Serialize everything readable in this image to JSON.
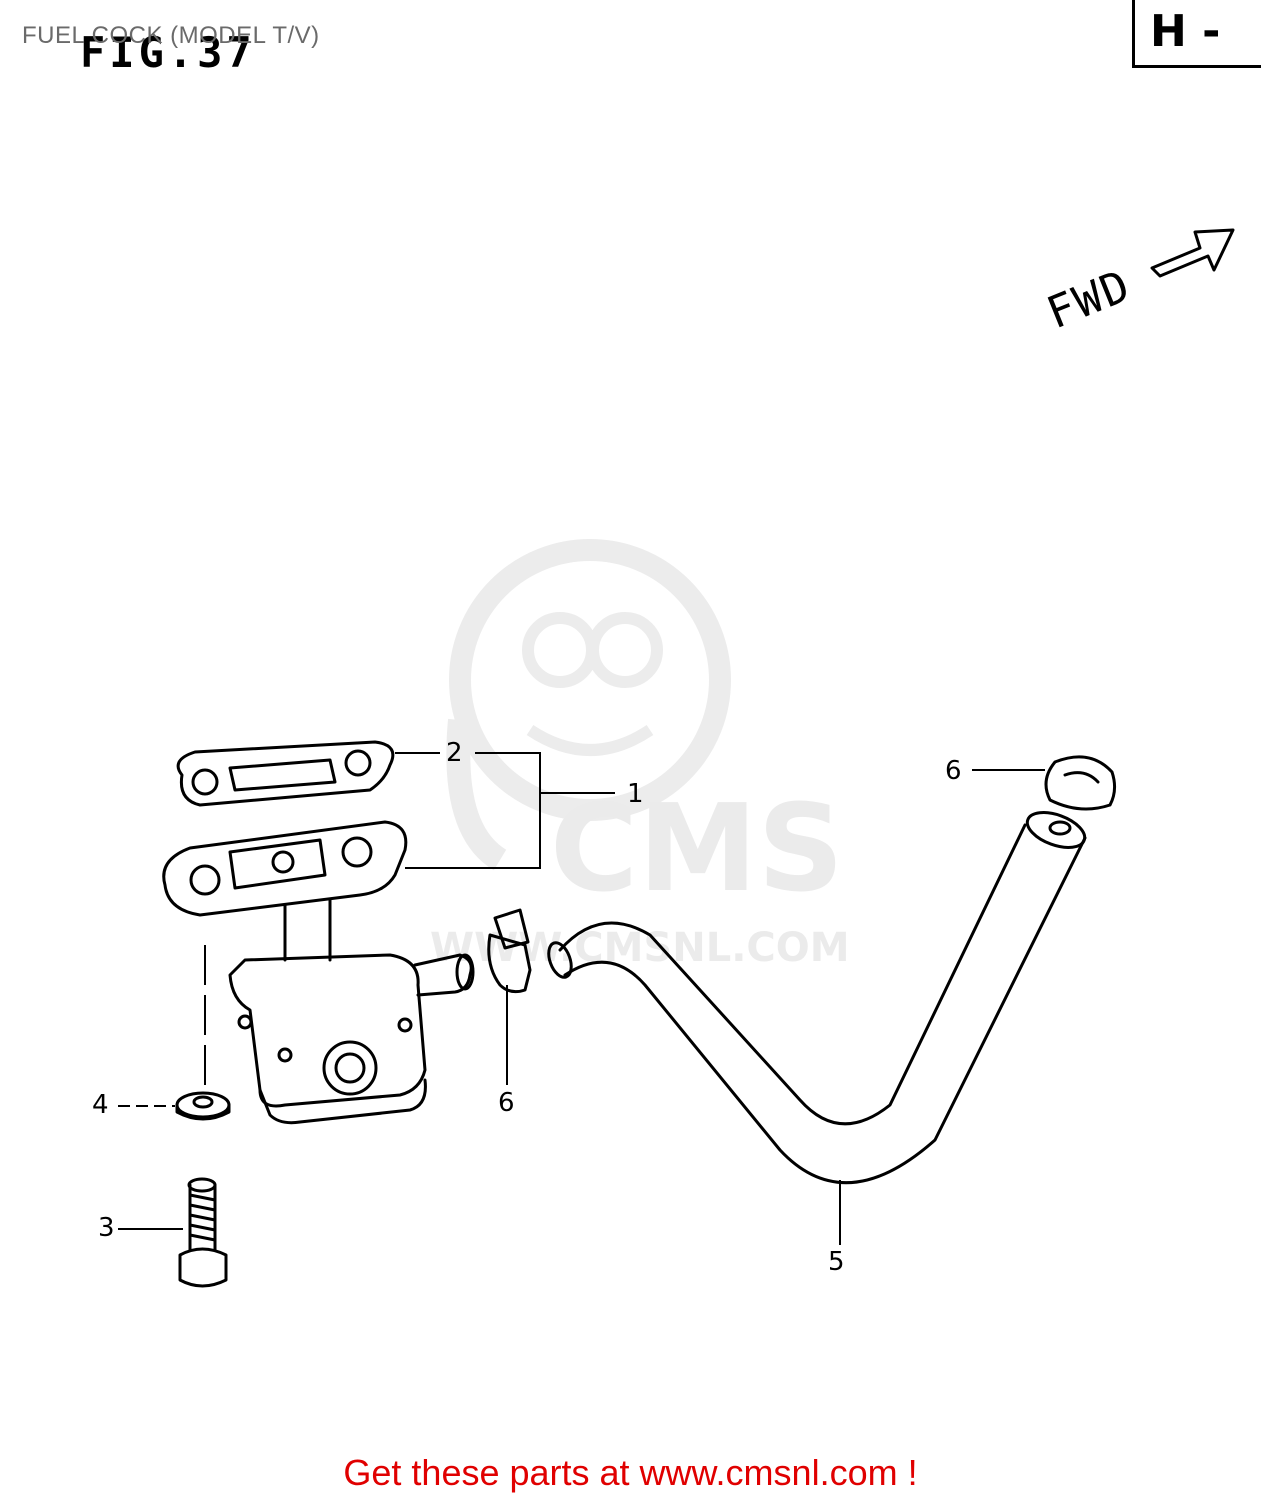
{
  "header": {
    "title": "FUEL COCK (MODEL T/V)",
    "figure": "FIG.37",
    "section_code": "H -"
  },
  "direction_label": "FWD",
  "callouts": {
    "gasket": "2",
    "cock_assy": "1",
    "washer": "4",
    "bolt": "3",
    "clip_left": "6",
    "clip_right": "6",
    "hose": "5"
  },
  "watermark": {
    "brand": "CMS",
    "url": "WWW.CMSNL.COM"
  },
  "footer": {
    "link_text": "Get these parts at www.cmsnl.com !",
    "link_color": "#e00000"
  }
}
